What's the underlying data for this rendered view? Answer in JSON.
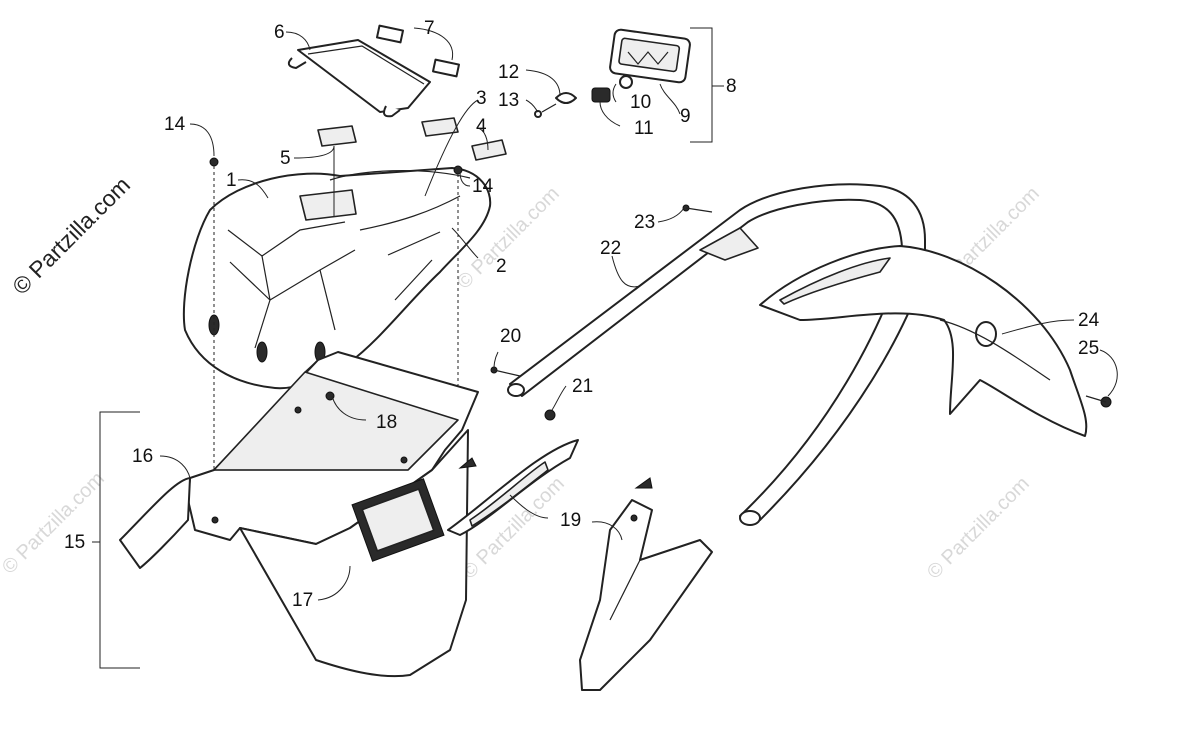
{
  "watermark": {
    "side_text": "© Partzilla.com",
    "tile_text": "© Partzilla.com"
  },
  "callouts": {
    "c1": "1",
    "c2": "2",
    "c3": "3",
    "c4": "4",
    "c5": "5",
    "c6": "6",
    "c7": "7",
    "c8": "8",
    "c9": "9",
    "c10": "10",
    "c11": "11",
    "c12": "12",
    "c13": "13",
    "c14a": "14",
    "c14b": "14",
    "c15": "15",
    "c16": "16",
    "c17": "17",
    "c18": "18",
    "c19": "19",
    "c20": "20",
    "c21": "21",
    "c22": "22",
    "c23": "23",
    "c24": "24",
    "c25": "25"
  }
}
